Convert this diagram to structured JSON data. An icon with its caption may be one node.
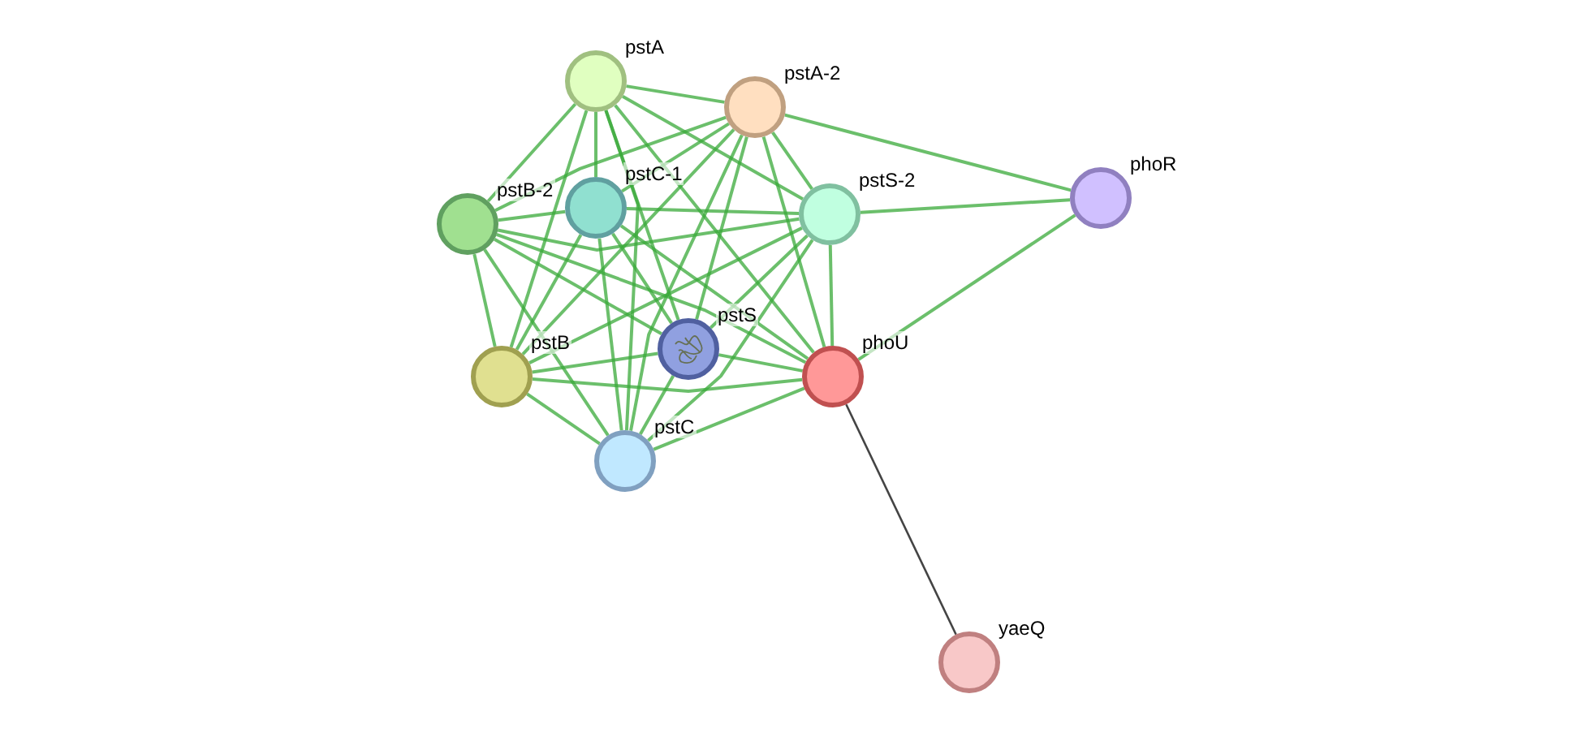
{
  "diagram": {
    "nodes": [
      {
        "text": [],
        "shape": "circle",
        "beside": [
          "pstA"
        ]
      },
      {
        "text": [],
        "shape": "circle",
        "beside": [
          "pstA-2"
        ]
      },
      {
        "text": [],
        "shape": "circle",
        "beside": [
          "pstB-2"
        ]
      },
      {
        "text": [],
        "shape": "circle",
        "beside": [
          "pstC-1"
        ]
      },
      {
        "text": [],
        "shape": "circle",
        "beside": [
          "pstS-2"
        ]
      },
      {
        "text": [],
        "shape": "circle",
        "beside": [
          "phoR"
        ]
      },
      {
        "text": [],
        "shape": "circle",
        "beside": [
          "pstB"
        ]
      },
      {
        "text": [],
        "shape": "circle",
        "beside": [
          "pstS"
        ]
      },
      {
        "text": [],
        "shape": "circle",
        "beside": [
          "phoU"
        ]
      },
      {
        "text": [],
        "shape": "circle",
        "beside": [
          "pstC"
        ]
      },
      {
        "text": [],
        "shape": "circle",
        "beside": [
          "yaeQ"
        ]
      }
    ],
    "edges": [
      {
        "from": 0,
        "to": 1,
        "arrow": "none"
      },
      {
        "from": 0,
        "to": 2,
        "arrow": "none"
      },
      {
        "from": 0,
        "to": 3,
        "arrow": "none"
      },
      {
        "from": 0,
        "to": 4,
        "arrow": "none"
      },
      {
        "from": 0,
        "to": 6,
        "arrow": "none"
      },
      {
        "from": 0,
        "to": 7,
        "arrow": "none"
      },
      {
        "from": 0,
        "to": 8,
        "arrow": "none"
      },
      {
        "from": 0,
        "to": 9,
        "arrow": "none"
      },
      {
        "from": 1,
        "to": 2,
        "arrow": "none"
      },
      {
        "from": 1,
        "to": 3,
        "arrow": "none"
      },
      {
        "from": 1,
        "to": 4,
        "arrow": "none"
      },
      {
        "from": 1,
        "to": 5,
        "arrow": "none"
      },
      {
        "from": 1,
        "to": 6,
        "arrow": "none"
      },
      {
        "from": 1,
        "to": 7,
        "arrow": "none"
      },
      {
        "from": 1,
        "to": 8,
        "arrow": "none"
      },
      {
        "from": 1,
        "to": 9,
        "arrow": "none"
      },
      {
        "from": 2,
        "to": 3,
        "arrow": "none"
      },
      {
        "from": 2,
        "to": 4,
        "arrow": "none"
      },
      {
        "from": 2,
        "to": 6,
        "arrow": "none"
      },
      {
        "from": 2,
        "to": 7,
        "arrow": "none"
      },
      {
        "from": 2,
        "to": 8,
        "arrow": "none"
      },
      {
        "from": 2,
        "to": 9,
        "arrow": "none"
      },
      {
        "from": 3,
        "to": 4,
        "arrow": "none"
      },
      {
        "from": 3,
        "to": 6,
        "arrow": "none"
      },
      {
        "from": 3,
        "to": 7,
        "arrow": "none"
      },
      {
        "from": 3,
        "to": 8,
        "arrow": "none"
      },
      {
        "from": 3,
        "to": 9,
        "arrow": "none"
      },
      {
        "from": 4,
        "to": 5,
        "arrow": "none"
      },
      {
        "from": 4,
        "to": 6,
        "arrow": "none"
      },
      {
        "from": 4,
        "to": 7,
        "arrow": "none"
      },
      {
        "from": 4,
        "to": 8,
        "arrow": "none"
      },
      {
        "from": 4,
        "to": 9,
        "arrow": "none"
      },
      {
        "from": 5,
        "to": 8,
        "arrow": "none"
      },
      {
        "from": 6,
        "to": 7,
        "arrow": "none"
      },
      {
        "from": 6,
        "to": 8,
        "arrow": "none"
      },
      {
        "from": 6,
        "to": 9,
        "arrow": "none"
      },
      {
        "from": 7,
        "to": 8,
        "arrow": "none"
      },
      {
        "from": 7,
        "to": 9,
        "arrow": "none"
      },
      {
        "from": 8,
        "to": 9,
        "arrow": "none"
      },
      {
        "from": 8,
        "to": 10,
        "arrow": "none",
        "color": "#444444"
      }
    ]
  }
}
